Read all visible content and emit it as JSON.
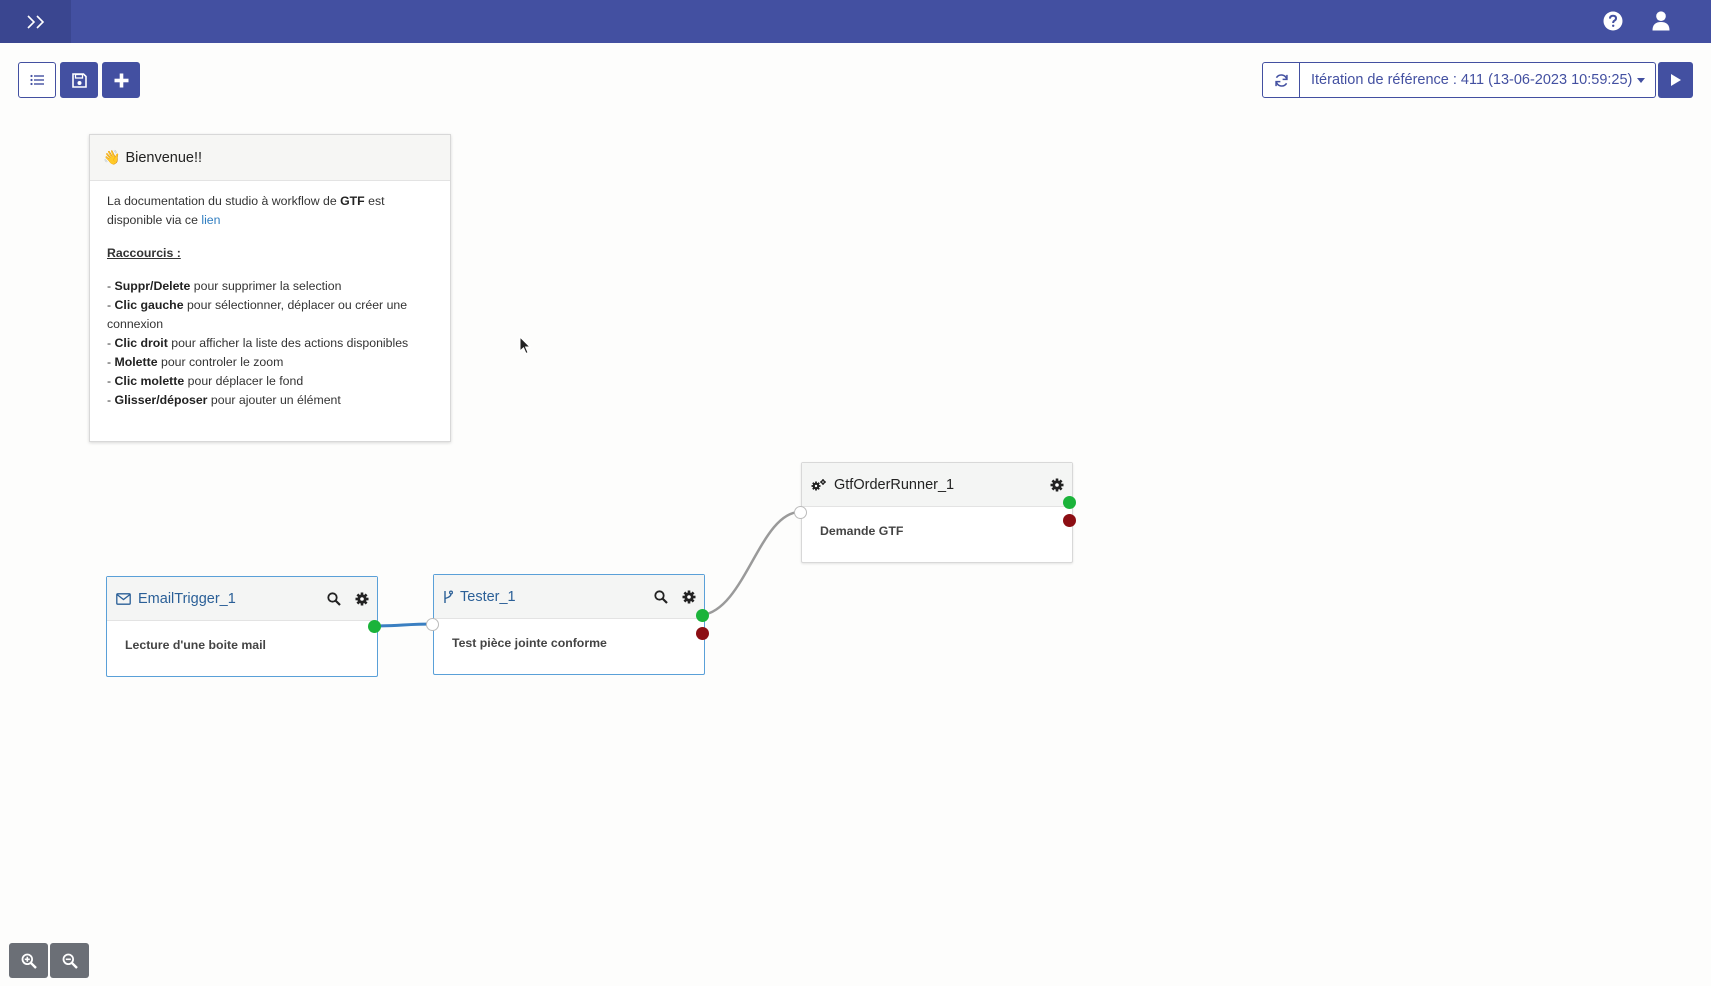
{
  "colors": {
    "primary": "#4350a1",
    "success_port": "#1bb33a",
    "error_port": "#8c0e13",
    "link": "#2f7dc0"
  },
  "topbar": {
    "toggle_icon": "double-chevron-right-icon",
    "help_icon": "question-circle-icon",
    "user_icon": "user-icon"
  },
  "toolbar": {
    "list_icon": "list-icon",
    "save_icon": "floppy-disk-icon",
    "add_icon": "plus-icon",
    "refresh_icon": "refresh-icon",
    "iteration_label": "Itération de référence : 411 (13-06-2023 10:59:25)",
    "run_icon": "play-icon"
  },
  "welcome": {
    "emoji": "👋",
    "title": "Bienvenue!!",
    "intro_pre": "La documentation du studio à workflow de ",
    "intro_brand": "GTF",
    "intro_mid": " est disponible via ce ",
    "intro_link": "lien",
    "shortcuts_title": "Raccourcis :",
    "shortcuts": [
      {
        "key": "Suppr/Delete",
        "text": " pour supprimer la selection"
      },
      {
        "key": "Clic gauche",
        "text": " pour sélectionner, déplacer ou créer une connexion"
      },
      {
        "key": "Clic droit",
        "text": " pour afficher la liste des actions disponibles"
      },
      {
        "key": "Molette",
        "text": " pour controler le zoom"
      },
      {
        "key": "Clic molette",
        "text": " pour déplacer le fond"
      },
      {
        "key": "Glisser/déposer",
        "text": " pour ajouter un élément"
      }
    ],
    "bullet": "- "
  },
  "nodes": {
    "email": {
      "title": "EmailTrigger_1",
      "description": "Lecture d'une boite mail",
      "icon": "envelope-icon"
    },
    "tester": {
      "title": "Tester_1",
      "description": "Test pièce jointe conforme",
      "icon": "code-branch-icon"
    },
    "runner": {
      "title": "GtfOrderRunner_1",
      "description": "Demande GTF",
      "icon": "cogs-icon"
    }
  },
  "zoom": {
    "zoom_in_icon": "zoom-in-icon",
    "zoom_out_icon": "zoom-out-icon"
  }
}
